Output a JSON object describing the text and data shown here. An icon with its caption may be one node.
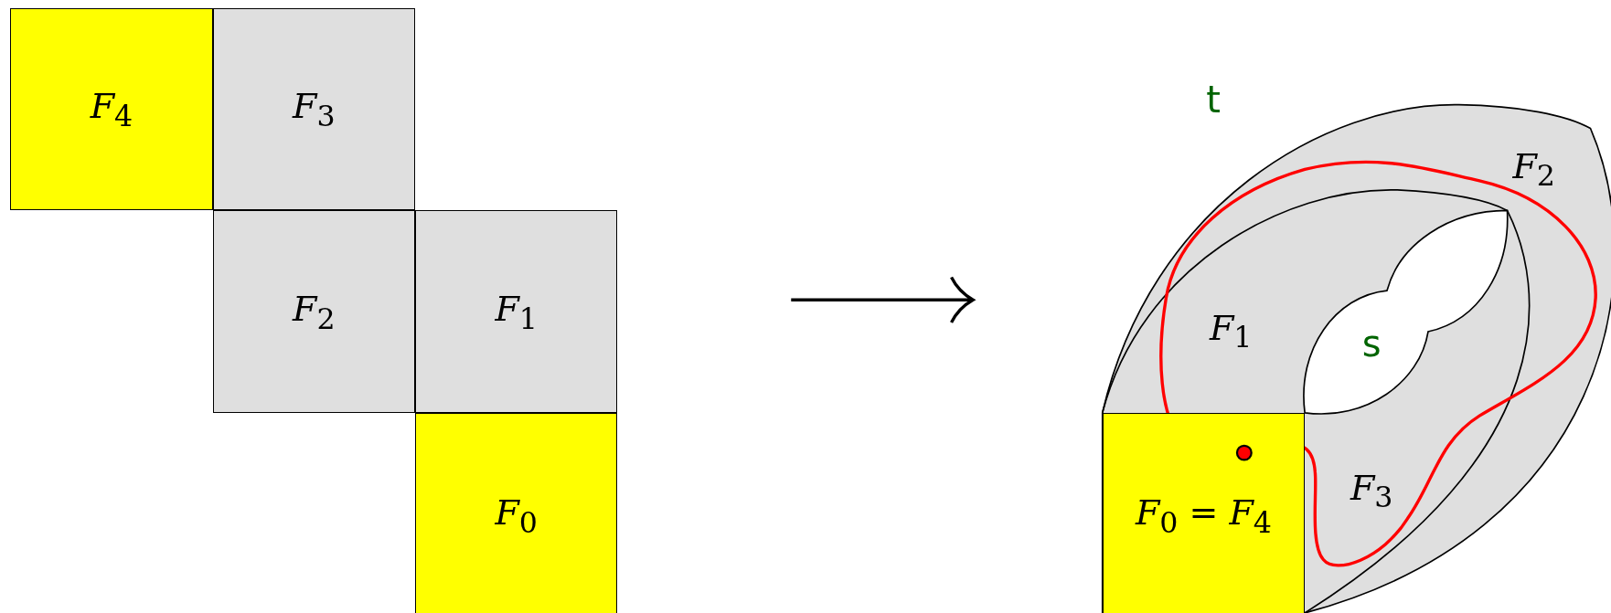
{
  "diagram": {
    "nodes": [
      {
        "text": [
          "*F*$_{4}$"
        ]
      },
      {
        "text": [
          "*F*$_{3}$"
        ]
      },
      {
        "text": [
          "*F*$_{2}$"
        ]
      },
      {
        "text": [
          "*F*$_{1}$"
        ]
      },
      {
        "text": [
          "*F*$_{0}$"
        ]
      },
      {
        "text": [
          "*F*$_{2}$"
        ]
      },
      {
        "text": [
          "*F*$_{1}$"
        ]
      },
      {
        "text": [
          "*F*$_{3}$"
        ]
      },
      {
        "text": [
          "*F*$_{0}$ = *F*$_{4}$"
        ]
      }
    ],
    "edges": [],
    "labels": [
      "t",
      "s"
    ]
  }
}
